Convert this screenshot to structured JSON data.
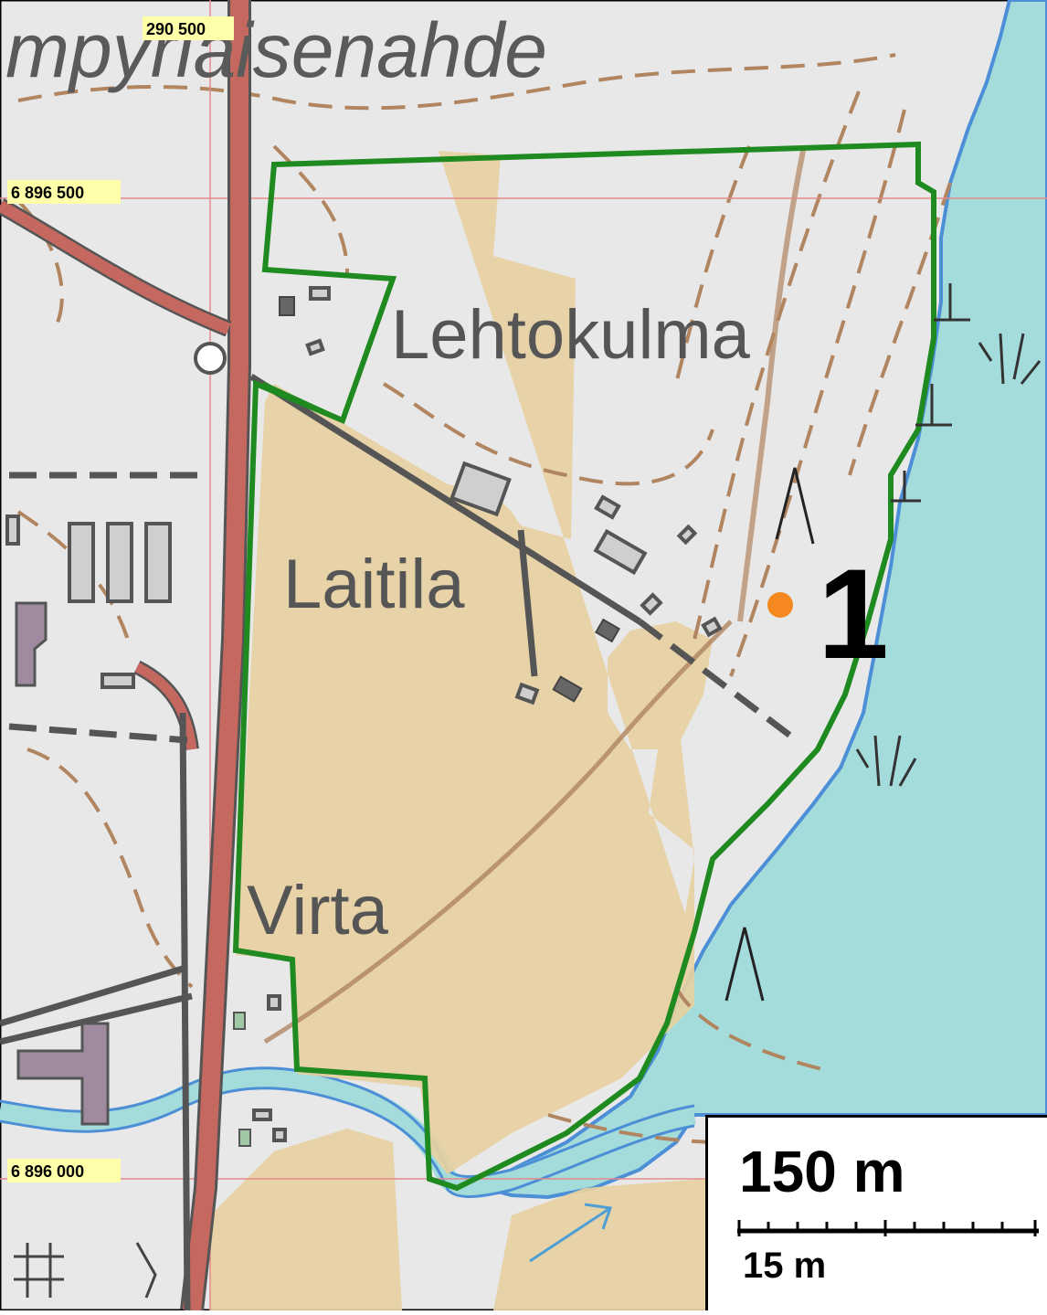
{
  "map": {
    "place_names": {
      "region_partial": "mpyriäisenahde",
      "lehtokulma": "Lehtokulma",
      "laitila": "Laitila",
      "virta": "Virta"
    },
    "grid_labels": {
      "easting_top": "290 500",
      "northing_upper": "6 896 500",
      "northing_lower": "6 896 000"
    },
    "site_marker": {
      "number": "1",
      "color": "#f5891f"
    },
    "colors": {
      "water": "#a4dcdb",
      "field": "#e6d0a1",
      "boundary": "#1f8a1f",
      "road": "#c5685f",
      "contour": "#b08560",
      "grid": "#e38a8a"
    }
  },
  "scale": {
    "title": "150 m",
    "subtitle": "15 m"
  }
}
